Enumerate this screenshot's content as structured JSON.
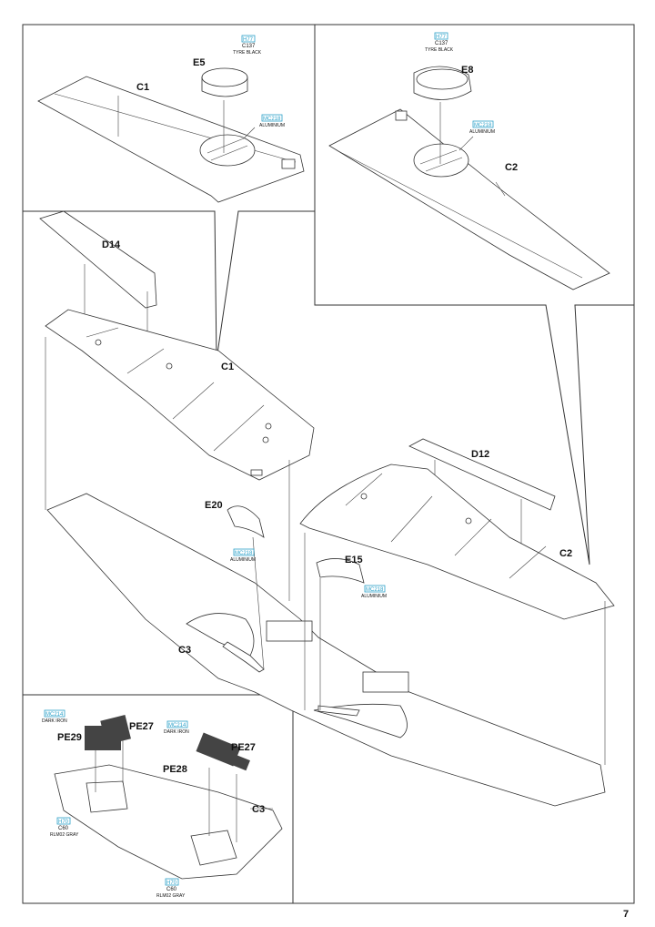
{
  "page": {
    "number": "7"
  },
  "callouts": {
    "e5": {
      "code": "H77",
      "num": "C137",
      "name": "TYRE BLACK"
    },
    "e8": {
      "code": "H77",
      "num": "C137",
      "name": "TYRE BLACK"
    },
    "c1_inset": {
      "code": "MC218",
      "name": "ALUMINIUM"
    },
    "c2_inset": {
      "code": "MC218",
      "name": "ALUMINIUM"
    },
    "e20": {
      "code": "MC218",
      "name": "ALUMINIUM"
    },
    "e15": {
      "code": "MC218",
      "name": "ALUMINIUM"
    },
    "pe_left_iron": {
      "code": "MC214",
      "name": "DARK IRON"
    },
    "pe_right_iron": {
      "code": "MC214",
      "name": "DARK IRON"
    },
    "pe_left_gray": {
      "code": "H70",
      "num": "C60",
      "name": "RLM02 GRAY"
    },
    "pe_right_gray": {
      "code": "H70",
      "num": "C60",
      "name": "RLM02 GRAY"
    }
  },
  "labels": {
    "e5": "E5",
    "c1_inset": "C1",
    "e8": "E8",
    "c2_inset": "C2",
    "d14": "D14",
    "c1_main": "C1",
    "d12": "D12",
    "c2_main": "C2",
    "e20": "E20",
    "e15": "E15",
    "c3_main": "C3",
    "pe27_left": "PE27",
    "pe29": "PE29",
    "pe28": "PE28",
    "pe27_right": "PE27",
    "c3_inset": "C3"
  }
}
